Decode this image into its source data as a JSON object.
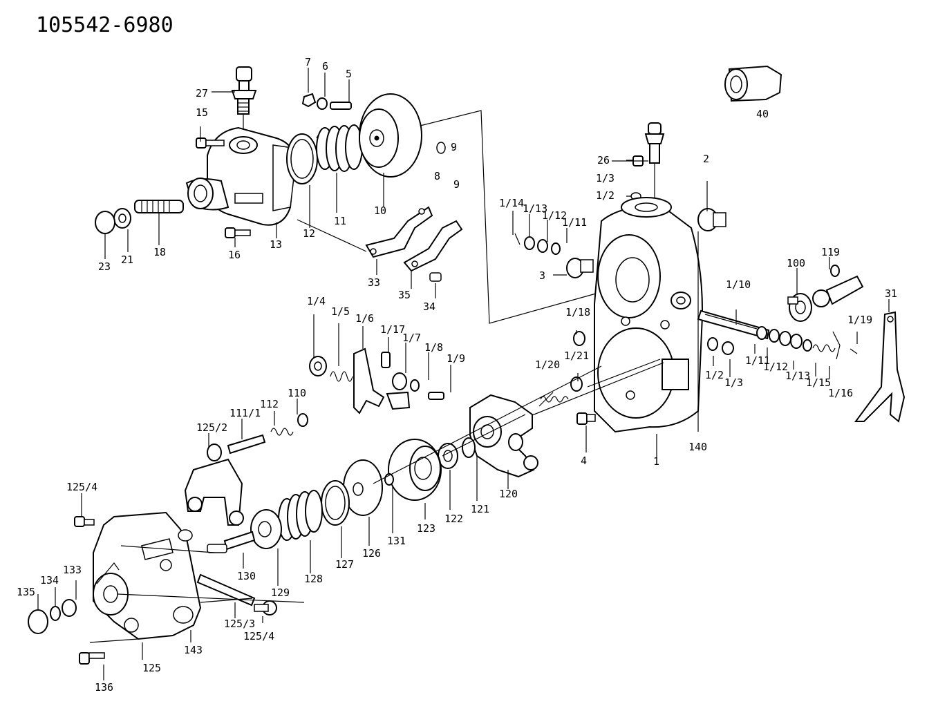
{
  "title": "105542-6980",
  "labels": [
    {
      "id": "l27",
      "text": "27"
    },
    {
      "id": "l7",
      "text": "7"
    },
    {
      "id": "l6",
      "text": "6"
    },
    {
      "id": "l5",
      "text": "5"
    },
    {
      "id": "l15",
      "text": "15"
    },
    {
      "id": "l9a",
      "text": "9"
    },
    {
      "id": "l8",
      "text": "8"
    },
    {
      "id": "l9",
      "text": "9"
    },
    {
      "id": "l10",
      "text": "10"
    },
    {
      "id": "l11",
      "text": "11"
    },
    {
      "id": "l12",
      "text": "12"
    },
    {
      "id": "l13",
      "text": "13"
    },
    {
      "id": "l16",
      "text": "16"
    },
    {
      "id": "l18",
      "text": "18"
    },
    {
      "id": "l21",
      "text": "21"
    },
    {
      "id": "l23",
      "text": "23"
    },
    {
      "id": "l33",
      "text": "33"
    },
    {
      "id": "l35",
      "text": "35"
    },
    {
      "id": "l34",
      "text": "34"
    },
    {
      "id": "l40",
      "text": "40"
    },
    {
      "id": "l26",
      "text": "26"
    },
    {
      "id": "l1_3",
      "text": "1/3"
    },
    {
      "id": "l1_2",
      "text": "1/2"
    },
    {
      "id": "l2",
      "text": "2"
    },
    {
      "id": "l1_14",
      "text": "1/14"
    },
    {
      "id": "l1_13",
      "text": "1/13"
    },
    {
      "id": "l1_12",
      "text": "1/12"
    },
    {
      "id": "l1_11",
      "text": "1/11"
    },
    {
      "id": "l3",
      "text": "3"
    },
    {
      "id": "l100",
      "text": "100"
    },
    {
      "id": "l119",
      "text": "119"
    },
    {
      "id": "l31",
      "text": "31"
    },
    {
      "id": "l1_10",
      "text": "1/10"
    },
    {
      "id": "l1_18",
      "text": "1/18"
    },
    {
      "id": "l1_19",
      "text": "1/19"
    },
    {
      "id": "l1_11b",
      "text": "1/11"
    },
    {
      "id": "l1_12b",
      "text": "1/12"
    },
    {
      "id": "l1_13b",
      "text": "1/13"
    },
    {
      "id": "l1_15",
      "text": "1/15"
    },
    {
      "id": "l1_16",
      "text": "1/16"
    },
    {
      "id": "l1_2b",
      "text": "1/2"
    },
    {
      "id": "l1_3b",
      "text": "1/3"
    },
    {
      "id": "l1_4",
      "text": "1/4"
    },
    {
      "id": "l1_5",
      "text": "1/5"
    },
    {
      "id": "l1_6",
      "text": "1/6"
    },
    {
      "id": "l1_17",
      "text": "1/17"
    },
    {
      "id": "l1_7",
      "text": "1/7"
    },
    {
      "id": "l1_8",
      "text": "1/8"
    },
    {
      "id": "l1_9",
      "text": "1/9"
    },
    {
      "id": "l1_20",
      "text": "1/20"
    },
    {
      "id": "l1_21",
      "text": "1/21"
    },
    {
      "id": "l4",
      "text": "4"
    },
    {
      "id": "l1",
      "text": "1"
    },
    {
      "id": "l140",
      "text": "140"
    },
    {
      "id": "l110",
      "text": "110"
    },
    {
      "id": "l112",
      "text": "112"
    },
    {
      "id": "l111_1",
      "text": "111/1"
    },
    {
      "id": "l125_2",
      "text": "125/2"
    },
    {
      "id": "l125_4",
      "text": "125/4"
    },
    {
      "id": "l120",
      "text": "120"
    },
    {
      "id": "l121",
      "text": "121"
    },
    {
      "id": "l122",
      "text": "122"
    },
    {
      "id": "l123",
      "text": "123"
    },
    {
      "id": "l131",
      "text": "131"
    },
    {
      "id": "l126",
      "text": "126"
    },
    {
      "id": "l127",
      "text": "127"
    },
    {
      "id": "l128",
      "text": "128"
    },
    {
      "id": "l129",
      "text": "129"
    },
    {
      "id": "l130",
      "text": "130"
    },
    {
      "id": "l133",
      "text": "133"
    },
    {
      "id": "l134",
      "text": "134"
    },
    {
      "id": "l135",
      "text": "135"
    },
    {
      "id": "l125_3",
      "text": "125/3"
    },
    {
      "id": "l125_4b",
      "text": "125/4"
    },
    {
      "id": "l143",
      "text": "143"
    },
    {
      "id": "l125",
      "text": "125"
    },
    {
      "id": "l136",
      "text": "136"
    }
  ]
}
